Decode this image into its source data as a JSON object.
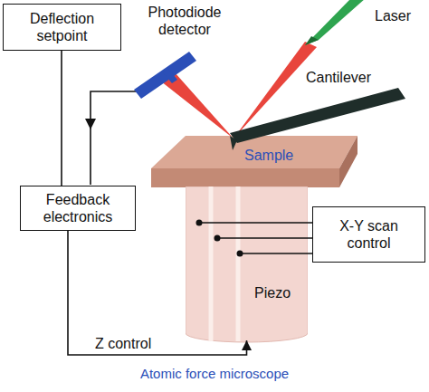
{
  "diagram": {
    "caption": "Atomic force microscope",
    "nodes": [
      {
        "text": [
          "Deflection setpoint"
        ]
      },
      {
        "text": [
          "Feedback electronics"
        ]
      },
      {
        "text": [
          "X-Y scan control"
        ]
      },
      {
        "text": [
          "Piezo"
        ]
      }
    ],
    "edges": [
      {
        "from": 0,
        "to": 1,
        "arrow": "none"
      },
      {
        "from": 1,
        "to": 3,
        "label": "Z control",
        "arrow": "to"
      },
      {
        "from": 2,
        "to": 3,
        "arrow": "none"
      },
      {
        "from": 2,
        "to": 3,
        "arrow": "none"
      },
      {
        "from": 2,
        "to": 3,
        "arrow": "none"
      }
    ],
    "labels": [
      "Photodiode detector",
      "Laser",
      "Cantilever",
      "Sample"
    ]
  }
}
